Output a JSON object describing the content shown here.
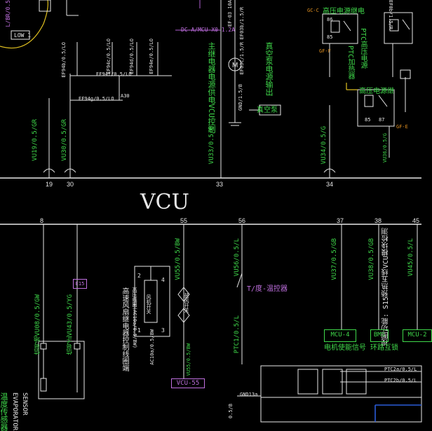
{
  "vcu_label": "VCU",
  "top_pins": [
    "19",
    "30",
    "33",
    "34"
  ],
  "bottom_pins": [
    "8",
    "55",
    "56",
    "37",
    "38",
    "45"
  ],
  "top_wires": {
    "w1": "VU19/0.5/GR",
    "w2": "VU30/0.5/GR",
    "w3": "VU33/0.5/G",
    "w4": "VU34/0.5/G",
    "e1": "EF94b/0.5/LO",
    "e2": "EF94c/0.5/LO",
    "e3": "EF94d/0.5/LO",
    "e4": "EF94e/0.5/LO",
    "e5": "EF94f/0.5/LO",
    "e6": "EF94g/0.5/LO",
    "a30": "A30",
    "dc": "DC-A/MCU-X0 1.2A",
    "ef": "EF-03 10A",
    "ef2": "EF03b/1.5/R",
    "ef3": "EF03c/1.5/R",
    "gnd1": "GND/1.5/B",
    "gnd2": "GND/0.5/B",
    "vac": "VU36/0.5/G",
    "left_small": "L/BR/0.5",
    "low": "LOW 1"
  },
  "top_text": {
    "vacuum": "真空泵",
    "main_relay": "主继电器电源供电VCU控制",
    "vacuum_out": "真空泵电源输出",
    "hv_relay1": "高压电源继电",
    "ptc_relay": "PTC加热器",
    "ptc_hv": "PTC高压电源",
    "hv_relay2": "高压电源继",
    "hv_bus": "EF0b/1.5/R",
    "gc": "GC-C",
    "gf": "GF-F",
    "gfe": "GF-E",
    "n86": "86",
    "n85": "85",
    "n30": "30",
    "n87": "87"
  },
  "bottom_wires": {
    "b8": "信号地VU08/0.5/GW",
    "b8b": "信号正VU43/0.5/YG",
    "b55": "VU55/0.5/BW",
    "b56": "VU56/0.5/L",
    "b37": "VU37/0.5/GB",
    "b38": "VU38/0.5/GB",
    "b45": "VU45/0.5/L",
    "ptc_wire": "PTC1/0.5/L",
    "ptc2a": "PTC2a/0.5/L",
    "ptc2b": "PTC2b/0.5/L",
    "fan_wire": "AC10a/0.5/BW",
    "gnd13": "GND13a",
    "vu55w": "VU55/0.5/BW",
    "yb": "0.5/B",
    "sw_label": "风机开关",
    "relay_label": "鼓风开关"
  },
  "bottom_text": {
    "temp_ctrl": "T/度-温控器",
    "fan_relay": "高速风扇继电器控制线圈端",
    "fan_sub": "高压线圈(AC10a/0.5/BW)",
    "hold": "视图功能: S15预热五线VCU模块检测",
    "mcu_sig": "电机使能信号",
    "bms_sig": "环路互锁",
    "sensor": "温度传感器",
    "sensor2": "EVAPORATOR",
    "sensor3": "SENSOR",
    "e15": "E15",
    "n1": "1",
    "n2": "2",
    "n3": "3",
    "n4": "4"
  },
  "boxes": {
    "mcu4": "MCU-4",
    "bms": "BMS",
    "mcu2": "MCU-2",
    "vcu55": "VCU-55"
  },
  "colors": {
    "background": "#000000",
    "wire": "#e8e8e8",
    "label_green": "#3fd84a",
    "label_magenta": "#c070e0",
    "label_orange": "#e09020",
    "label_cyan": "#2ecfd0",
    "accent_yellow": "#e0c020",
    "accent_blue": "#2a5cd8"
  }
}
